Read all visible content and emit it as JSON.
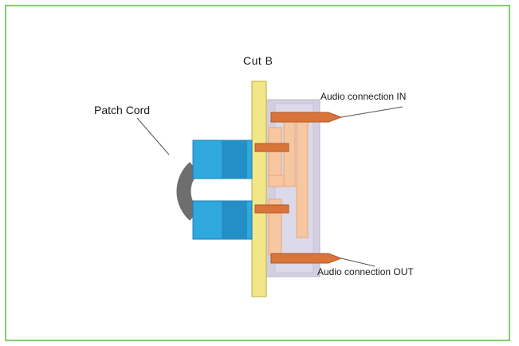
{
  "labels": {
    "cut": "Cut  B",
    "patch_cord": "Patch Cord",
    "audio_in": "Audio connection IN",
    "audio_out": "Audio connection OUT"
  },
  "colors": {
    "frame": "#7fcf6a",
    "panel": "#f2e68a",
    "jack_body": "#d2d0e0",
    "contact": "#f6c7a0",
    "pin": "#d9743a",
    "plug": "#2fa8de",
    "cord": "#6e6e6e"
  }
}
